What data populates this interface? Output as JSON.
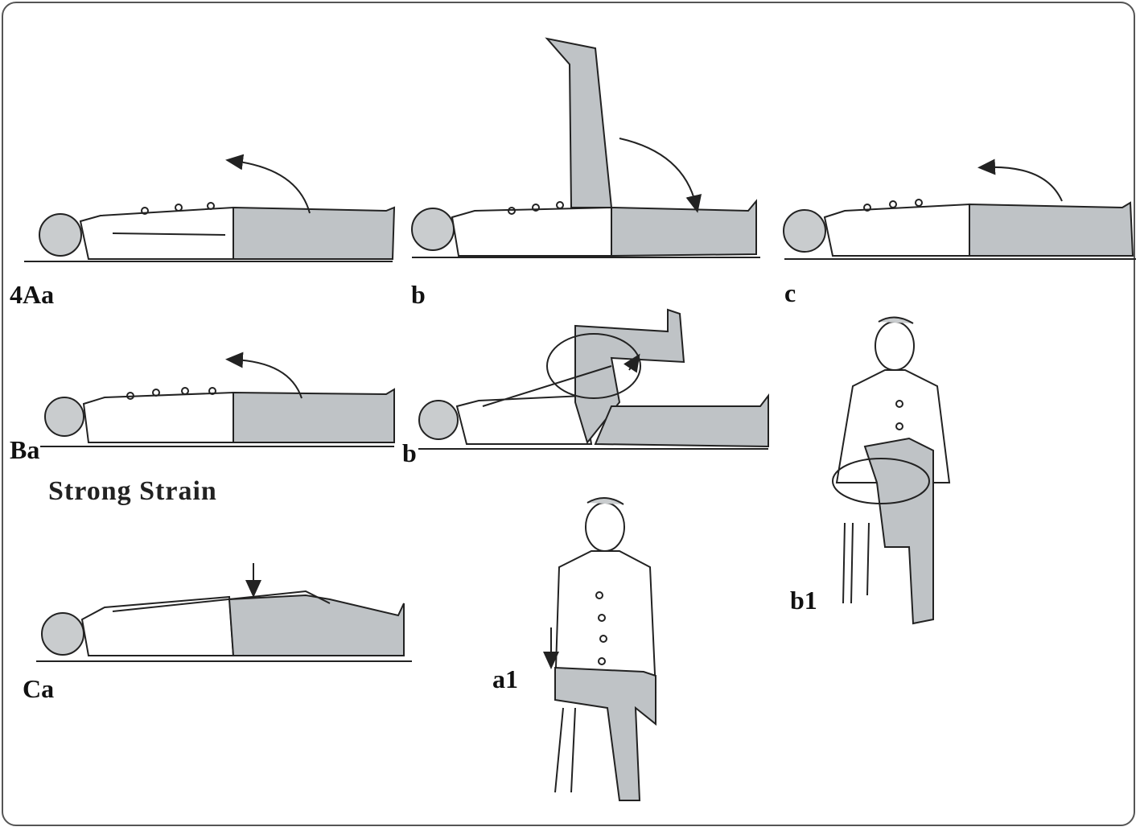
{
  "labels": {
    "fig_4Aa": "4Aa",
    "fig_b_top": "b",
    "fig_c": "c",
    "fig_Ba": "Ba",
    "fig_b_mid": "b",
    "fig_Ca": "Ca",
    "fig_a1": "a1",
    "fig_b1": "b1"
  },
  "caption": "Strong Strain",
  "colors": {
    "ink": "#222222",
    "trouser_shade": "#bfc3c6",
    "jacket_fill": "#ffffff",
    "frame": "#555555"
  }
}
